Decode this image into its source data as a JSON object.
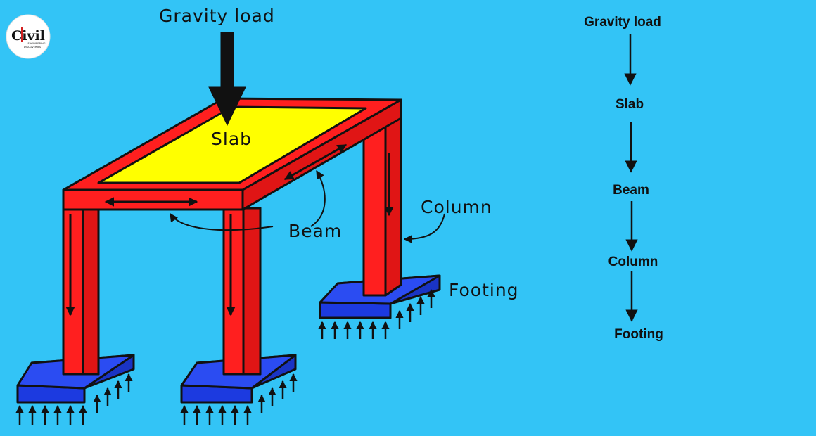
{
  "logo": {
    "word": "Civil",
    "line1": "ENGINEERING",
    "line2": "DISCOVERIES"
  },
  "diagram": {
    "labels": {
      "gravity_load": "Gravity load",
      "slab": "Slab",
      "beam": "Beam",
      "column": "Column",
      "footing": "Footing"
    }
  },
  "flow": {
    "steps": [
      "Gravity load",
      "Slab",
      "Beam",
      "Column",
      "Footing"
    ]
  },
  "colors": {
    "background": "#33c4f6",
    "frame": "#ff1f1f",
    "slab": "#ffff00",
    "footing": "#1c3ae0",
    "ink": "#111111"
  }
}
